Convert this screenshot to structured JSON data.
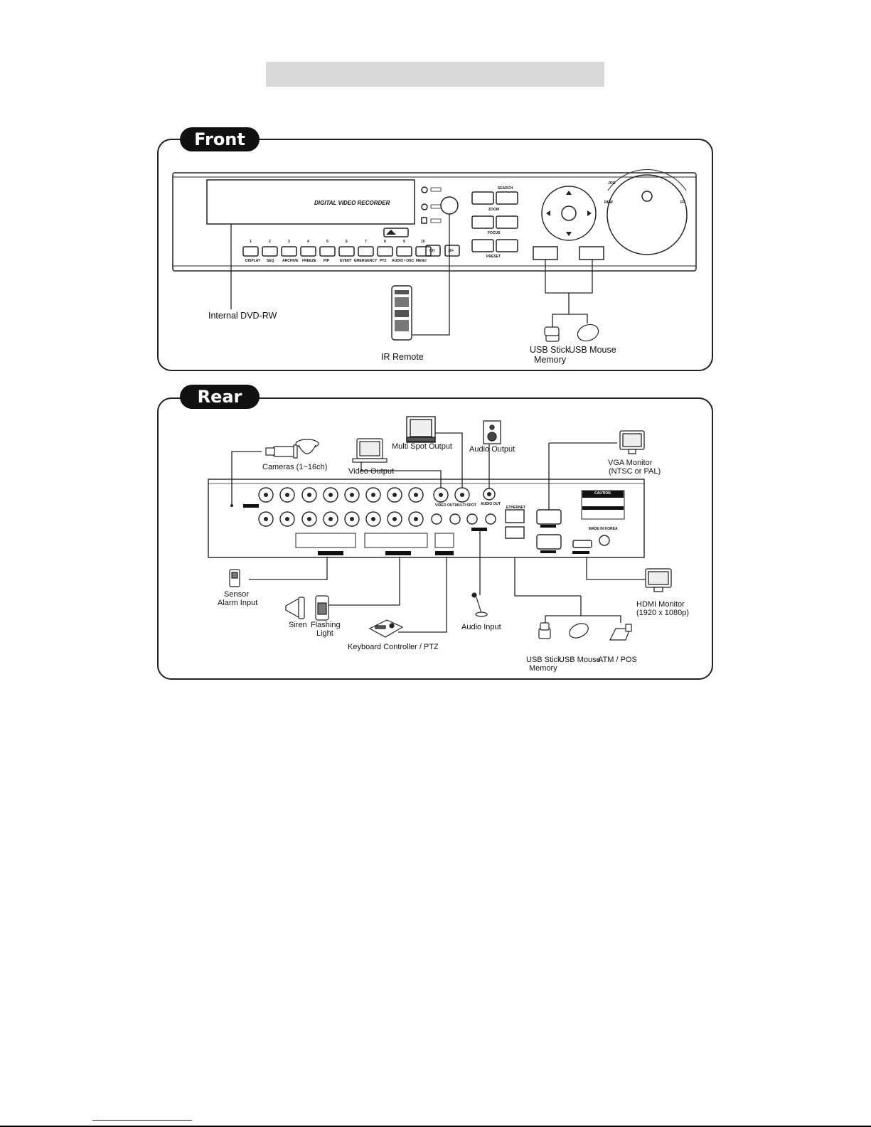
{
  "front": {
    "title": "Front",
    "brand_text": "DIGITAL VIDEO RECORDER",
    "internal_dvd_label": "Internal DVD-RW",
    "ir_remote_label": "IR Remote",
    "usb_stick_label_1": "USB Stick",
    "usb_stick_label_2": "Memory",
    "usb_mouse_label": "USB Mouse",
    "channel_numbers": [
      "1",
      "2",
      "3",
      "4",
      "5",
      "6",
      "7",
      "8",
      "9",
      "10"
    ],
    "button_labels": [
      "DISPLAY",
      "SEQ",
      "ARCHIVE",
      "FREEZE",
      "PIP",
      "EVENT",
      "EMERGENCY",
      "PTZ",
      "AUDIO / OSC",
      "MENU"
    ],
    "ch_button": "CH",
    "ten_plus_button": "10+",
    "search_label": "SEARCH",
    "zoom_label": "ZOOM",
    "focus_label": "FOCUS",
    "preset_label": "PRESET",
    "jog_label": "JOG",
    "rew_label": "REW",
    "ff_label": "FF"
  },
  "rear": {
    "title": "Rear",
    "cameras_label": "Cameras (1~16ch)",
    "video_output_label": "Video Output",
    "multi_spot_label": "Multi Spot Output",
    "audio_output_label": "Audio Output",
    "vga_monitor_label_1": "VGA Monitor",
    "vga_monitor_label_2": "(NTSC or PAL)",
    "sensor_label_1": "Sensor",
    "sensor_label_2": "Alarm Input",
    "siren_label": "Siren",
    "flashing_label_1": "Flashing",
    "flashing_label_2": "Light",
    "keyboard_label": "Keyboard Controller / PTZ",
    "audio_input_label": "Audio Input",
    "usb_stick_label_1": "USB Stick",
    "usb_stick_label_2": "Memory",
    "usb_mouse_label": "USB Mouse",
    "atm_pos_label": "ATM / POS",
    "hdmi_monitor_label_1": "HDMI Monitor",
    "hdmi_monitor_label_2": "(1920 x 1080p)",
    "ethernet_label": "ETHERNET",
    "made_in_label": "MADE IN KOREA",
    "caution_label": "CAUTION",
    "video_out_label": "VIDEO OUT",
    "multi_spot_port_label": "MULTI SPOT",
    "audio_out_port_label": "AUDIO OUT"
  }
}
